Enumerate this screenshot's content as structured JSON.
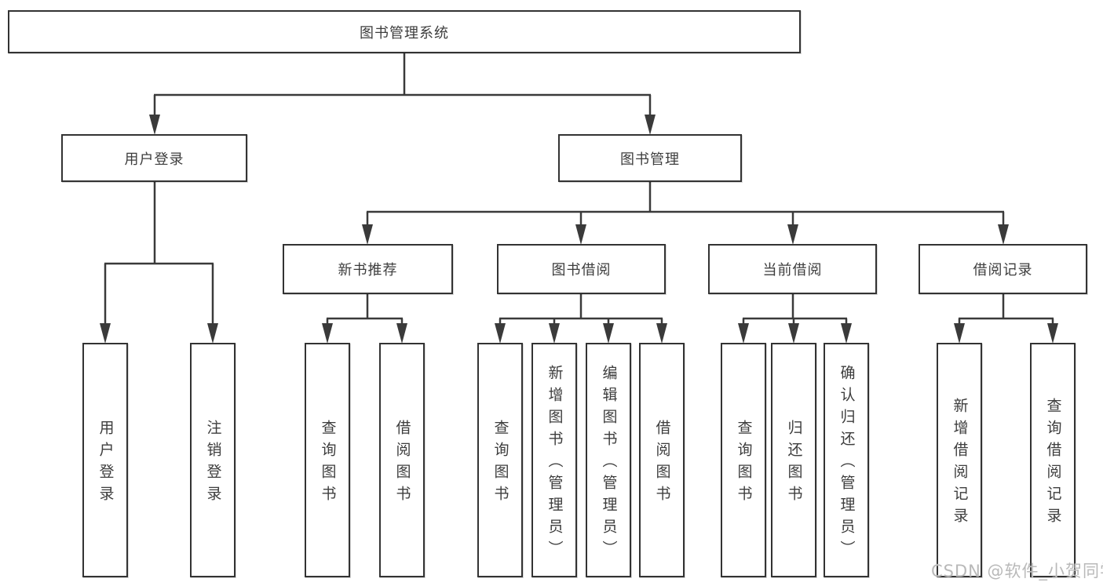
{
  "nodes": {
    "root": {
      "label": "图书管理系统"
    },
    "user_login": {
      "label": "用户登录"
    },
    "book_mgmt": {
      "label": "图书管理"
    },
    "new_book_rec": {
      "label": "新书推荐"
    },
    "book_borrow": {
      "label": "图书借阅"
    },
    "current_borrow": {
      "label": "当前借阅"
    },
    "borrow_record": {
      "label": "借阅记录"
    },
    "leaf_user_login": {
      "label": "用户登录"
    },
    "leaf_logout": {
      "label": "注销登录"
    },
    "leaf_rec_query": {
      "label": "查询图书"
    },
    "leaf_rec_borrow": {
      "label": "借阅图书"
    },
    "leaf_bb_query": {
      "label": "查询图书"
    },
    "leaf_bb_add": {
      "label": "新增图书（管理员）"
    },
    "leaf_bb_edit": {
      "label": "编辑图书（管理员）"
    },
    "leaf_bb_borrow": {
      "label": "借阅图书"
    },
    "leaf_cb_query": {
      "label": "查询图书"
    },
    "leaf_cb_return": {
      "label": "归还图书"
    },
    "leaf_cb_confirm": {
      "label": "确认归还（管理员）"
    },
    "leaf_br_add": {
      "label": "新增借阅记录"
    },
    "leaf_br_query": {
      "label": "查询借阅记录"
    }
  },
  "tree": {
    "图书管理系统": {
      "用户登录": [
        "用户登录",
        "注销登录"
      ],
      "图书管理": {
        "新书推荐": [
          "查询图书",
          "借阅图书"
        ],
        "图书借阅": [
          "查询图书",
          "新增图书（管理员）",
          "编辑图书（管理员）",
          "借阅图书"
        ],
        "当前借阅": [
          "查询图书",
          "归还图书",
          "确认归还（管理员）"
        ],
        "借阅记录": [
          "新增借阅记录",
          "查询借阅记录"
        ]
      }
    }
  },
  "watermark": {
    "text": "CSDN @软件_小贺同学",
    "color": "#b9b9b9"
  },
  "colors": {
    "background": "#ffffff",
    "line": "#3a3a3a",
    "box_border": "#333333",
    "text": "#3d3d3d",
    "watermark": "#b9b9b9"
  }
}
